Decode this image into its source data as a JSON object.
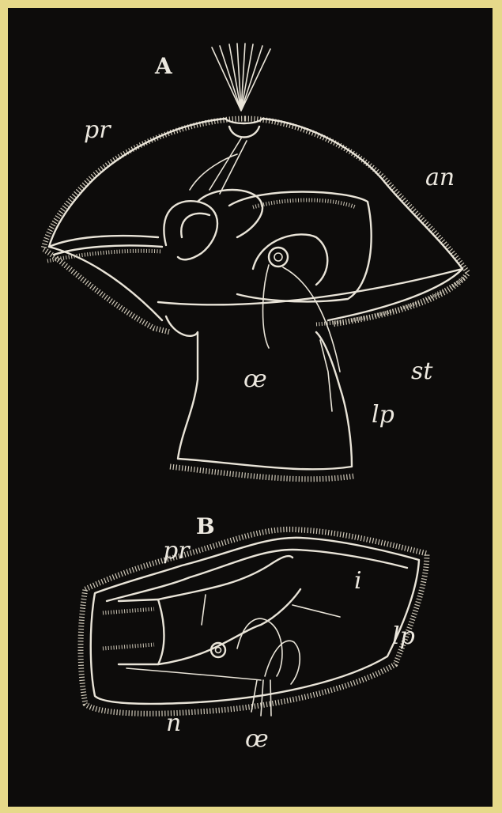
{
  "figure": {
    "panel_a": {
      "label": "A",
      "parts": {
        "pr": "pr",
        "an": "an",
        "st": "st",
        "oe": "œ",
        "lp": "lp"
      }
    },
    "panel_b": {
      "label": "B",
      "parts": {
        "pr": "pr",
        "i": "i",
        "lp": "lp",
        "n": "n",
        "oe": "œ"
      }
    }
  },
  "colors": {
    "plate": "#0d0c0b",
    "margin": "#e6d98a",
    "line": "#e9e4d8"
  }
}
